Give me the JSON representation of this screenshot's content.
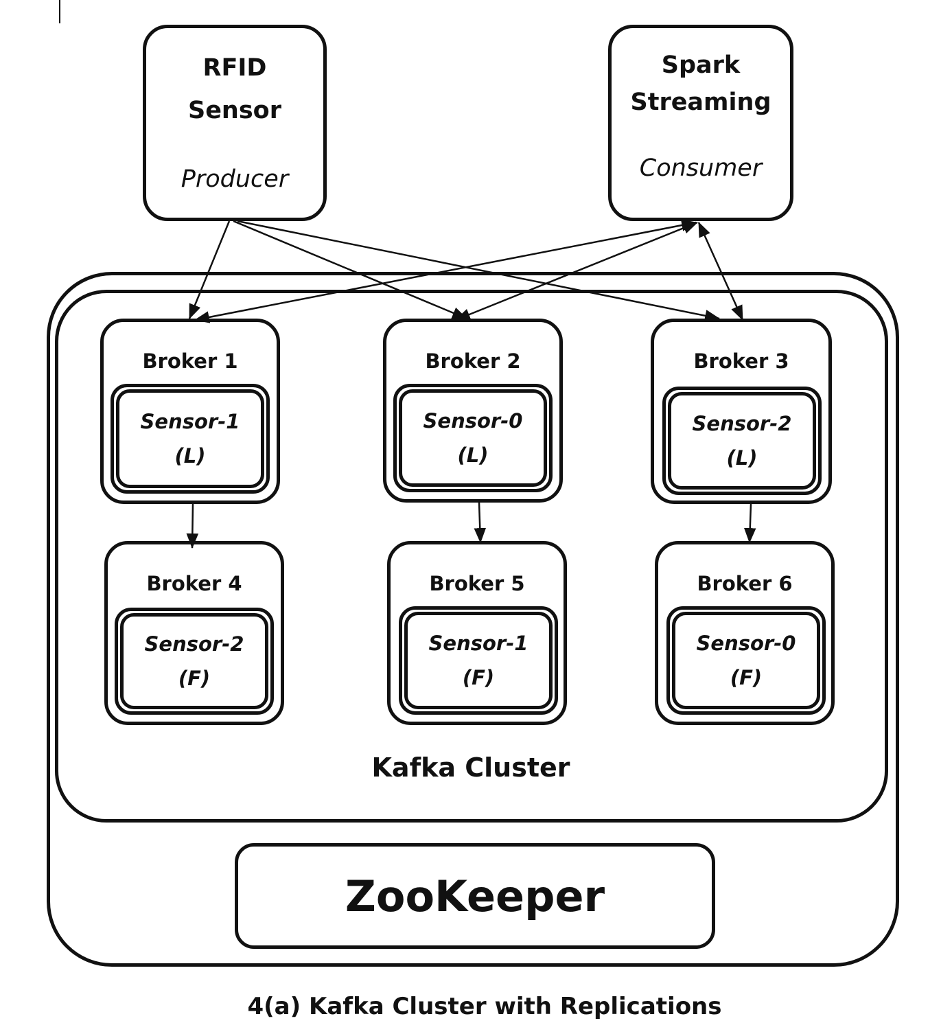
{
  "producer": {
    "name_line1": "RFID",
    "name_line2": "Sensor",
    "role": "Producer"
  },
  "consumer": {
    "name_line1": "Spark",
    "name_line2": "Streaming",
    "role": "Consumer"
  },
  "brokers": [
    {
      "name": "Broker 1",
      "topic": "Sensor-1",
      "role": "(L)"
    },
    {
      "name": "Broker 2",
      "topic": "Sensor-0",
      "role": "(L)"
    },
    {
      "name": "Broker 3",
      "topic": "Sensor-2",
      "role": "(L)"
    },
    {
      "name": "Broker 4",
      "topic": "Sensor-2",
      "role": "(F)"
    },
    {
      "name": "Broker 5",
      "topic": "Sensor-1",
      "role": "(F)"
    },
    {
      "name": "Broker 6",
      "topic": "Sensor-0",
      "role": "(F)"
    }
  ],
  "cluster_label": "Kafka Cluster",
  "zookeeper_label": "ZooKeeper",
  "caption": "4(a) Kafka Cluster with Replications",
  "edges": [
    {
      "from": "producer",
      "to": "broker-1"
    },
    {
      "from": "producer",
      "to": "broker-2"
    },
    {
      "from": "producer",
      "to": "broker-3"
    },
    {
      "from": "consumer",
      "to": "broker-1",
      "bidirectional": true
    },
    {
      "from": "consumer",
      "to": "broker-2",
      "bidirectional": true
    },
    {
      "from": "consumer",
      "to": "broker-3",
      "bidirectional": true
    },
    {
      "from": "broker-1",
      "to": "broker-4"
    },
    {
      "from": "broker-2",
      "to": "broker-5"
    },
    {
      "from": "broker-3",
      "to": "broker-6"
    }
  ]
}
